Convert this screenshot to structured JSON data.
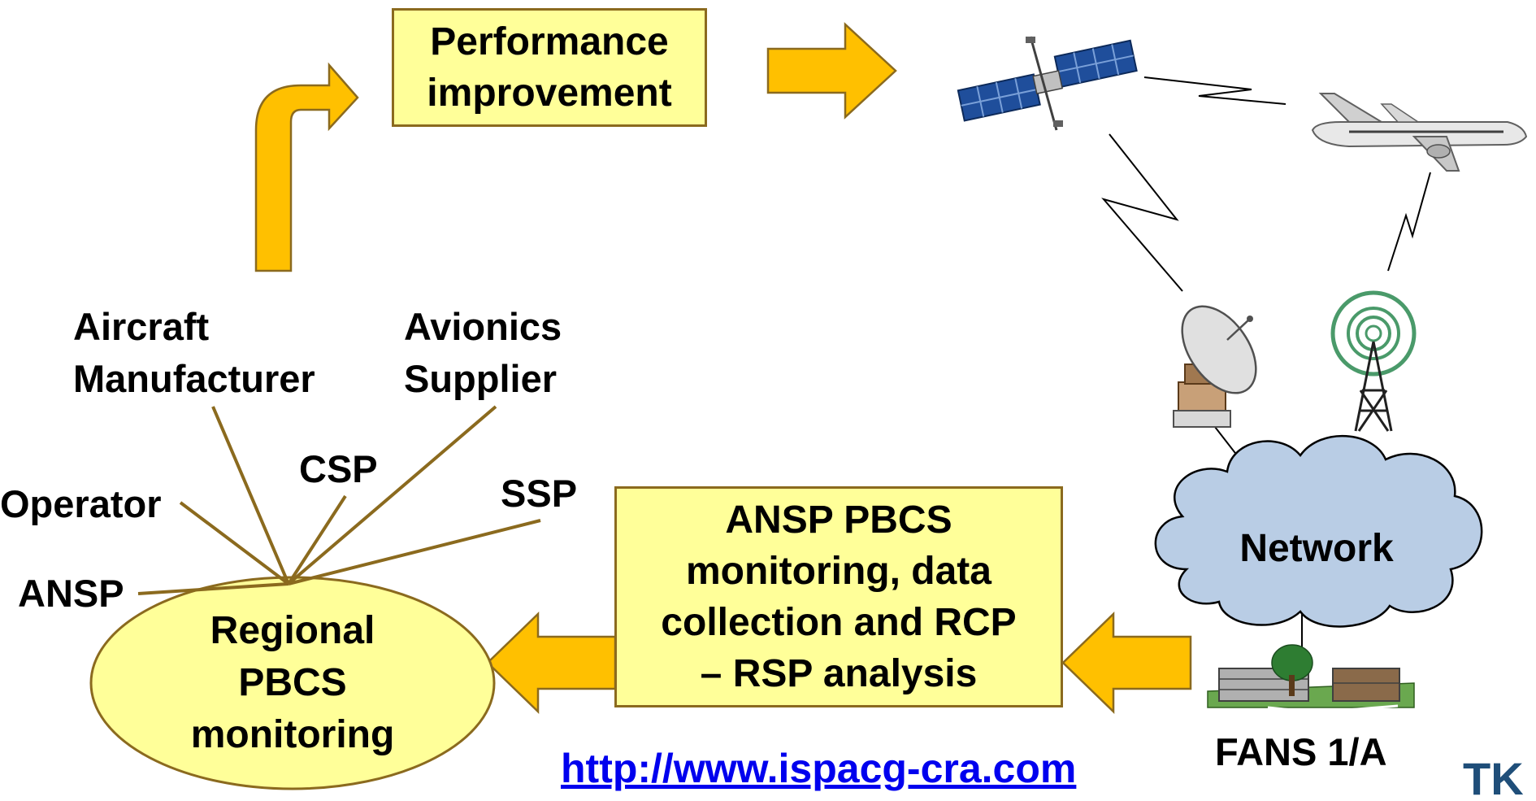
{
  "diagram": {
    "performance_box": "Performance\nimprovement",
    "analysis_box": "ANSP PBCS\nmonitoring, data\ncollection and RCP\n– RSP analysis",
    "regional_ellipse": "Regional\nPBCS\nmonitoring",
    "network_cloud": "Network",
    "fans_label": "FANS 1/A",
    "stakeholders": {
      "aircraft_manufacturer": "Aircraft\nManufacturer",
      "avionics_supplier": "Avionics\nSupplier",
      "csp": "CSP",
      "ssp": "SSP",
      "operator": "Operator",
      "ansp": "ANSP"
    },
    "icons": {
      "satellite": "satellite-icon",
      "airplane": "airplane-icon",
      "dish": "satellite-dish-icon",
      "tower": "radio-tower-icon",
      "building": "building-icon"
    },
    "url": "http://www.ispacg-cra.com",
    "author_mark": "TK"
  },
  "colors": {
    "box_fill": "#ffff99",
    "box_border": "#8b6a1e",
    "arrow_fill": "#ffc000",
    "connector_line": "#8b6a1e",
    "cloud_fill": "#b9cde5",
    "link": "#0000ee",
    "author_mark": "#1f4e79"
  }
}
